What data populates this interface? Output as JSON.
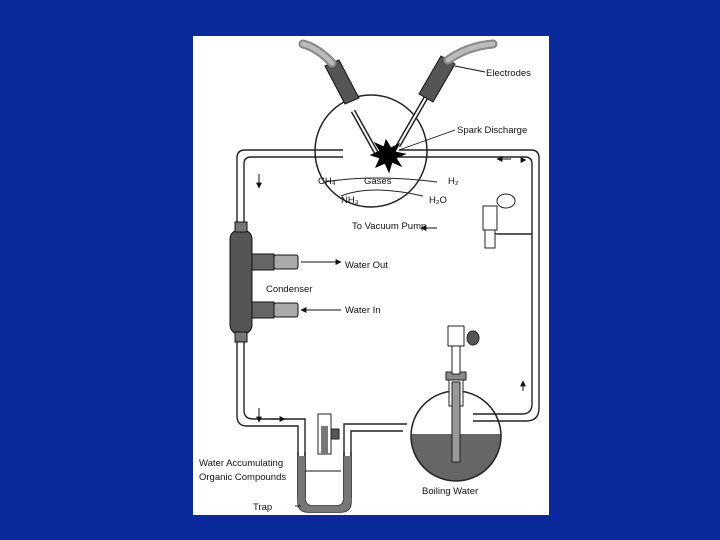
{
  "slide": {
    "background_color": "#0a2a9c",
    "panel_color": "#ffffff"
  },
  "diagram": {
    "labels": {
      "electrodes": "Electrodes",
      "spark_discharge": "Spark Discharge",
      "gases": "Gases",
      "ch4": "CH₄",
      "h2": "H₂",
      "nh3": "NH₃",
      "h2o": "H₂O",
      "vacuum_pump": "To Vacuum Pump",
      "water_out": "Water Out",
      "condenser": "Condenser",
      "water_in": "Water In",
      "water_accumulating": "Water Accumulating",
      "organic_compounds": "Organic Compounds",
      "boiling_water": "Boiling Water",
      "trap": "Trap"
    }
  }
}
